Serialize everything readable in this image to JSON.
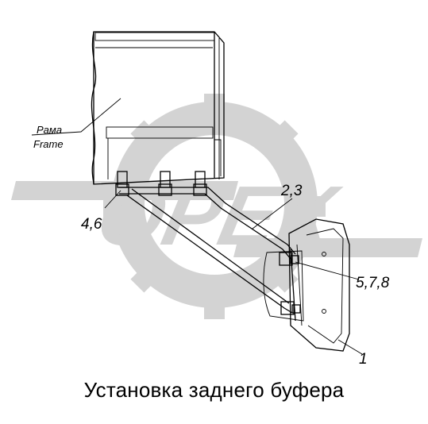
{
  "frame_label_ru": "Рама",
  "frame_label_en": "Frame",
  "callouts": {
    "bolts_left": "4,6",
    "bracket": "2,3",
    "fasteners": "5,7,8",
    "bumper": "1"
  },
  "watermark": "OPEX",
  "caption": "Установка заднего буфера"
}
